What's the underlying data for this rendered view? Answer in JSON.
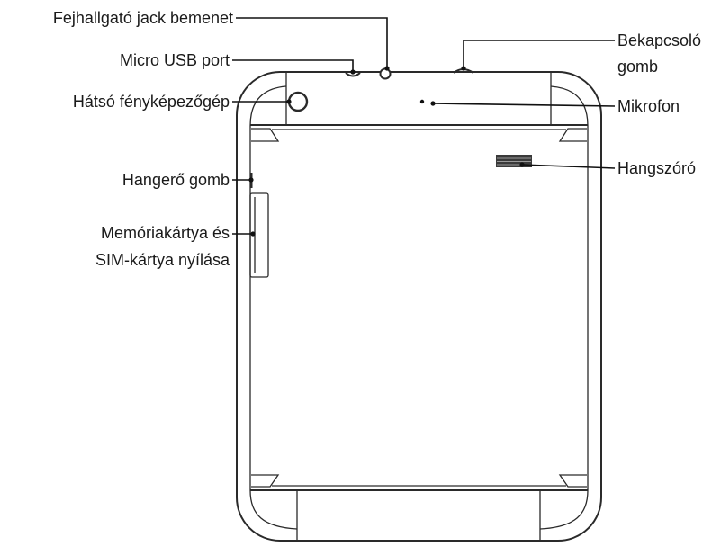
{
  "diagram": {
    "labels": {
      "headphone_jack": "Fejhallgató jack bemenet",
      "micro_usb": "Micro USB port",
      "rear_camera": "Hátsó fényképezőgép",
      "volume_button": "Hangerő gomb",
      "card_slot_line1": "Memóriakártya és",
      "card_slot_line2": "SIM-kártya nyílása",
      "power_button_line1": "Bekapcsoló",
      "power_button_line2": "gomb",
      "microphone": "Mikrofon",
      "speaker": "Hangszóró"
    }
  },
  "colors": {
    "line": "#2a2a2a",
    "background": "#ffffff"
  }
}
